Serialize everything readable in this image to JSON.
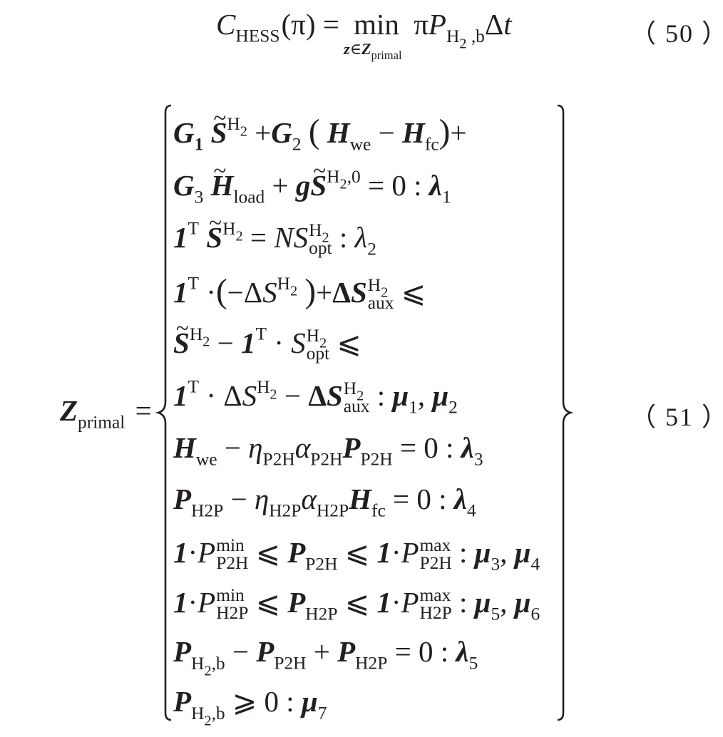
{
  "document": {
    "equations": [
      {
        "number": "（ 50 ）",
        "label": "C_HESS(π) = min_{z ∈ Z_primal} π P_{H2,b} Δt",
        "lhs_symbol": "C",
        "lhs_sub": "HESS",
        "lhs_arg": "(π)",
        "eq": "=",
        "op": "min",
        "op_under_z": "z",
        "op_under_in": "∈",
        "op_under_Z": "Z",
        "op_under_sub": "primal",
        "rhs_pi": "π",
        "rhs_P": "P",
        "rhs_P_sub_a": "H",
        "rhs_P_sub_2": "2",
        "rhs_P_sub_b": " ,b",
        "rhs_delta": "Δ",
        "rhs_t": "t"
      },
      {
        "number": "（ 51 ）",
        "lhs_symbol": "Z",
        "lhs_sub": "primal",
        "eq": "=",
        "constraints": [
          "G1 S~^{H2} + G2 (H_we − H_fc) +",
          "G3 H~_load + g S~^{H2,0} = 0 : λ1",
          "1^T S~^{H2} = N S_opt^{H2} : λ2",
          "1^T · (−ΔS^{H2}) + ΔS_aux^{H2} ⩽",
          "S~^{H2} − 1^T · S_opt^{H2} ⩽",
          "1^T · ΔS^{H2} − ΔS_aux^{H2} : μ1, μ2",
          "H_we − η_P2H α_P2H P_P2H = 0 : λ3",
          "P_H2P − η_H2P α_H2P H_fc = 0 : λ4",
          "1 · P_P2H^min ⩽ P_P2H ⩽ 1 · P_P2H^max : μ3, μ4",
          "1 · P_H2P^min ⩽ P_H2P ⩽ 1 · P_H2P^max : μ5, μ6",
          "P_{H2,b} − P_P2H + P_H2P = 0 : λ5",
          "P_{H2,b} ⩾ 0 : μ7"
        ]
      }
    ],
    "glyphs": {
      "G": "G",
      "S": "S",
      "H": "H",
      "g": "g",
      "one": "1",
      "T": "T",
      "N": "N",
      "P": "P",
      "eta": "η",
      "alpha": "α",
      "lambda": "λ",
      "mu": "μ",
      "Delta": "Δ",
      "plus": "+",
      "minus": "−",
      "equals": "=",
      "colon": ":",
      "dot": "·",
      "comma": ",",
      "leq": "⩽",
      "geq": "⩾",
      "lparen": "(",
      "rparen": ")",
      "zero": "0",
      "H2": "H",
      "two": "2",
      "we": "we",
      "fc": "fc",
      "load": "load",
      "opt": "opt",
      "aux": "aux",
      "P2H": "P2H",
      "H2P": "H2P",
      "min": "min",
      "max": "max",
      "b": ",b",
      "zero_sup": ",0"
    }
  }
}
